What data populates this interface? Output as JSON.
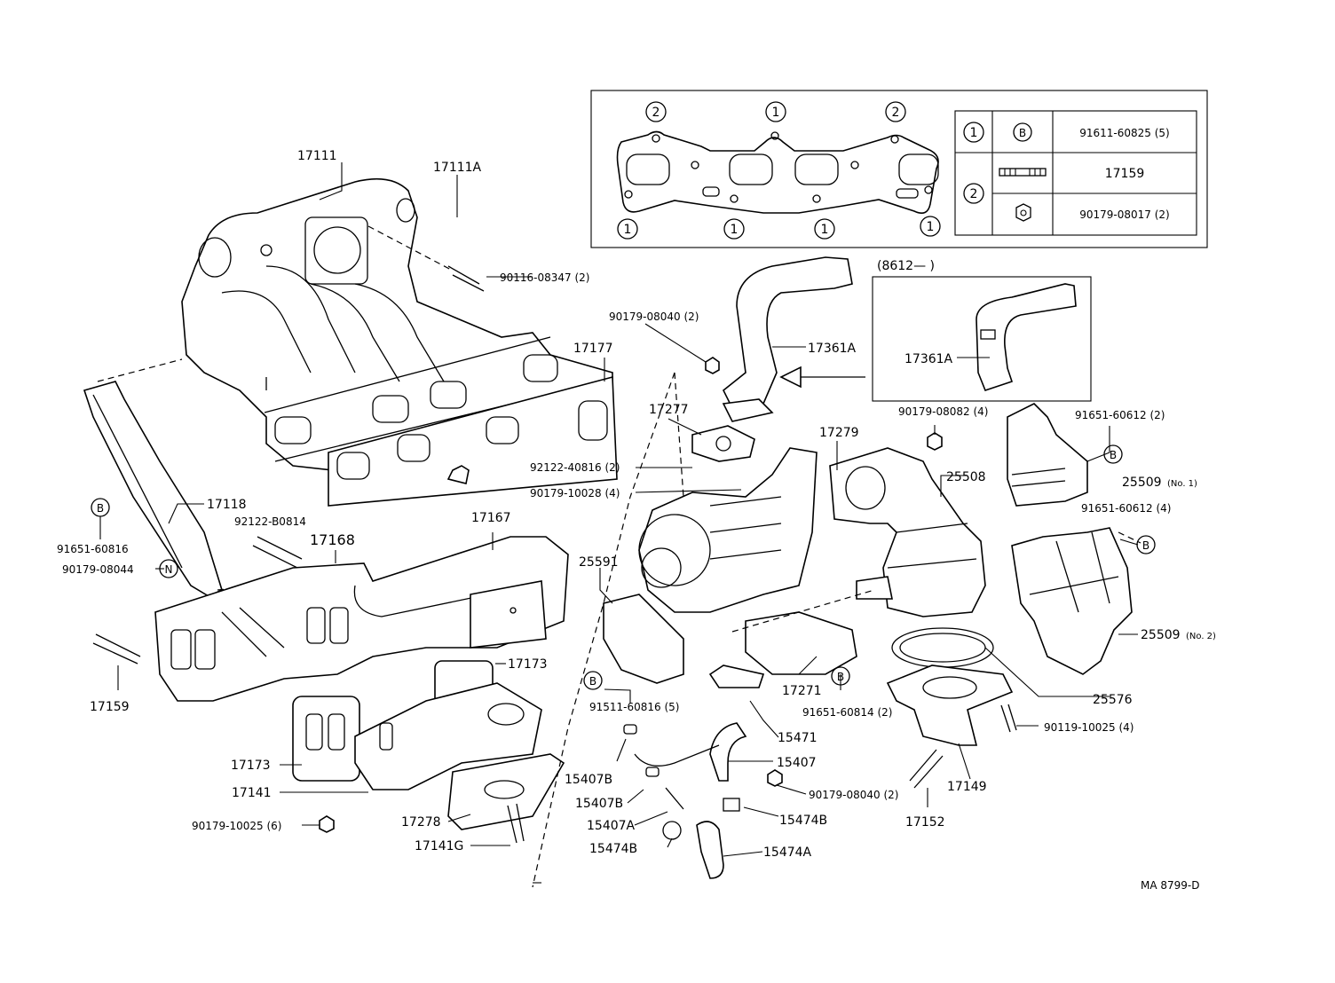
{
  "labels": {
    "p17111": "17111",
    "p17111A": "17111A",
    "p90116_08347": "90116-08347 (2)",
    "p17177": "17177",
    "p90179_08040_top": "90179-08040 (2)",
    "p17361A": "17361A",
    "inset_title": "(8612—        )",
    "p17361A_inset": "17361A",
    "p17277": "17277",
    "p92122_40816": "92122-40816 (2)",
    "p90179_10028": "90179-10028 (4)",
    "p17279": "17279",
    "p90179_08082": "90179-08082 (4)",
    "p91651_60612_2": "91651-60612 (2)",
    "p25508": "25508",
    "p25509_no1": "25509",
    "p25509_no1_tag": "(No. 1)",
    "p91651_60612_4": "91651-60612 (4)",
    "p17118": "17118",
    "p92122_B0814": "92122-B0814",
    "p17168": "17168",
    "p17167": "17167",
    "p91651_60816": "91651-60816",
    "p90179_08044": "90179-08044",
    "p25591": "25591",
    "p17159_left": "17159",
    "p17173_upper": "17173",
    "p91511_60816": "91511-60816 (5)",
    "p17271": "17271",
    "p91651_60814": "91651-60814 (2)",
    "p25509_no2": "25509",
    "p25509_no2_tag": "(No. 2)",
    "p25576": "25576",
    "p15471": "15471",
    "p15407": "15407",
    "p15407B_a": "15407B",
    "p15407B_b": "15407B",
    "p15407A": "15407A",
    "p15474B_a": "15474B",
    "p15474B_b": "15474B",
    "p15474A": "15474A",
    "p90179_08040_bot": "90179-08040 (2)",
    "p90119_10025": "90119-10025 (4)",
    "p17149": "17149",
    "p17152": "17152",
    "p17173_lower": "17173",
    "p17141": "17141",
    "p90179_10025": "90179-10025 (6)",
    "p17278": "17278",
    "p17141G": "17141G",
    "ref_code": "MA  8799-D"
  },
  "markers": {
    "one": "1",
    "two": "2",
    "B": "B",
    "N": "N"
  },
  "legend_table": {
    "row1_part": "91611-60825 (5)",
    "row2_part": "17159",
    "row3_part": "90179-08017 (2)"
  }
}
